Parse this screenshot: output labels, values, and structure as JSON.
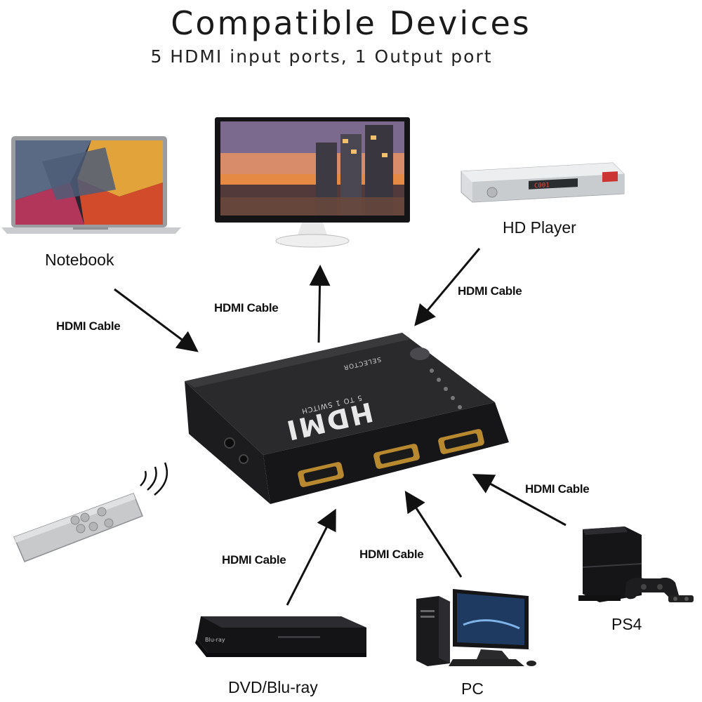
{
  "header": {
    "title": "Compatible Devices",
    "subtitle": "5 HDMI input ports, 1 Output port"
  },
  "devices": {
    "notebook": "Notebook",
    "hd_player": "HD Player",
    "ps4": "PS4",
    "dvd": "DVD/Blu-ray",
    "pc": "PC"
  },
  "cables": {
    "notebook": "HDMI Cable",
    "monitor": "HDMI Cable",
    "hd_player": "HDMI Cable",
    "ps4": "HDMI Cable",
    "pc": "HDMI Cable",
    "dvd": "HDMI Cable"
  },
  "hub": {
    "logo": "HDMI",
    "model_text": "5 TO 1 SWITCH",
    "select_label": "SELECTOR"
  }
}
